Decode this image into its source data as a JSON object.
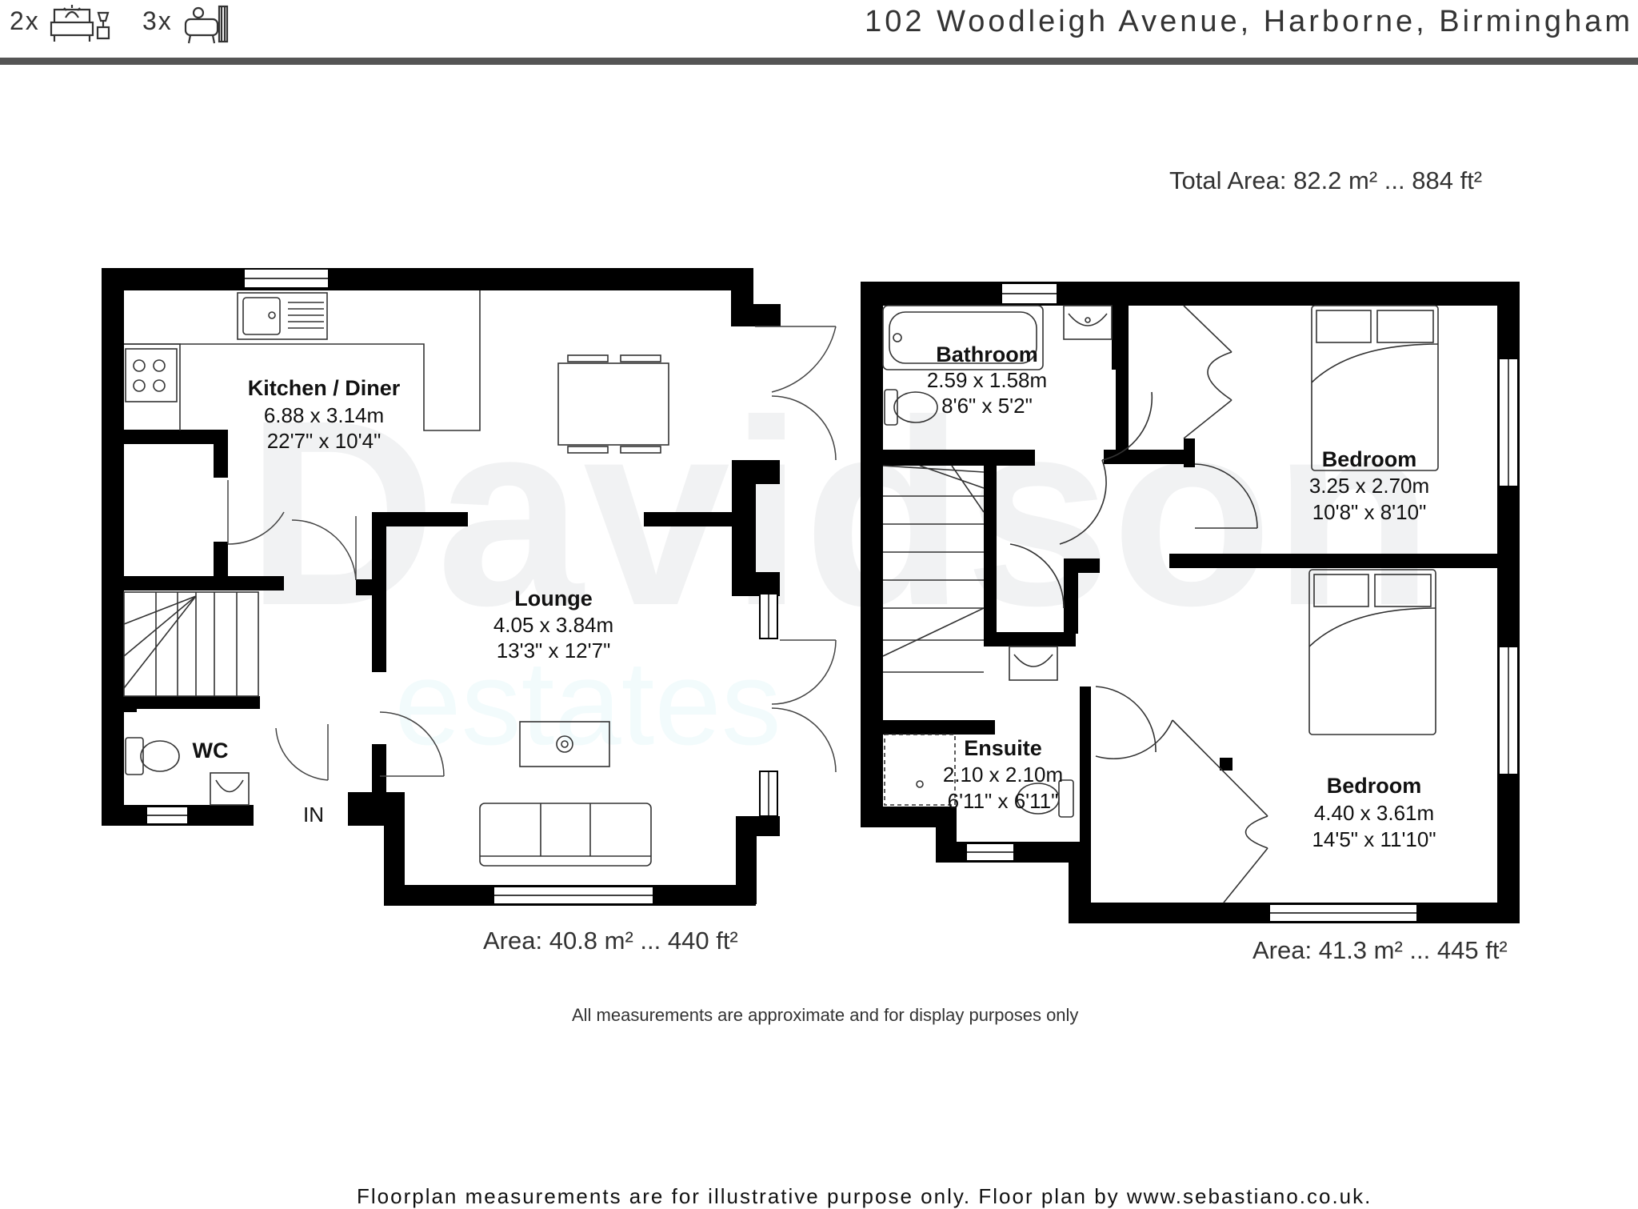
{
  "header": {
    "bedrooms_count": "2x",
    "bathrooms_count": "3x",
    "address": "102 Woodleigh Avenue, Harborne, Birmingham"
  },
  "icons": {
    "bedroom": "bed-icon",
    "bathroom": "bathtub-icon"
  },
  "total_area": "Total Area: 82.2 m² ... 884 ft²",
  "watermark": {
    "line1": "Davidson",
    "line2": "estates"
  },
  "ground_floor": {
    "area": "Area: 40.8 m² ... 440 ft²",
    "entrance_label": "IN",
    "rooms": [
      {
        "name": "Kitchen / Diner",
        "metric": "6.88 x 3.14m",
        "imperial": "22'7\" x 10'4\""
      },
      {
        "name": "Lounge",
        "metric": "4.05 x 3.84m",
        "imperial": "13'3\" x 12'7\""
      },
      {
        "name": "WC",
        "metric": "",
        "imperial": ""
      }
    ]
  },
  "first_floor": {
    "area": "Area: 41.3 m² ... 445 ft²",
    "rooms": [
      {
        "name": "Bathroom",
        "metric": "2.59 x 1.58m",
        "imperial": "8'6\" x 5'2\""
      },
      {
        "name": "Bedroom",
        "metric": "3.25 x 2.70m",
        "imperial": "10'8\" x 8'10\""
      },
      {
        "name": "Ensuite",
        "metric": "2.10 x 2.10m",
        "imperial": "6'11\" x 6'11\""
      },
      {
        "name": "Bedroom",
        "metric": "4.40 x 3.61m",
        "imperial": "14'5\" x 11'10\""
      }
    ]
  },
  "disclaimer": "All measurements are approximate and for display purposes only",
  "footer": "Floorplan measurements are for illustrative purpose only. Floor plan by www.sebastiano.co.uk."
}
